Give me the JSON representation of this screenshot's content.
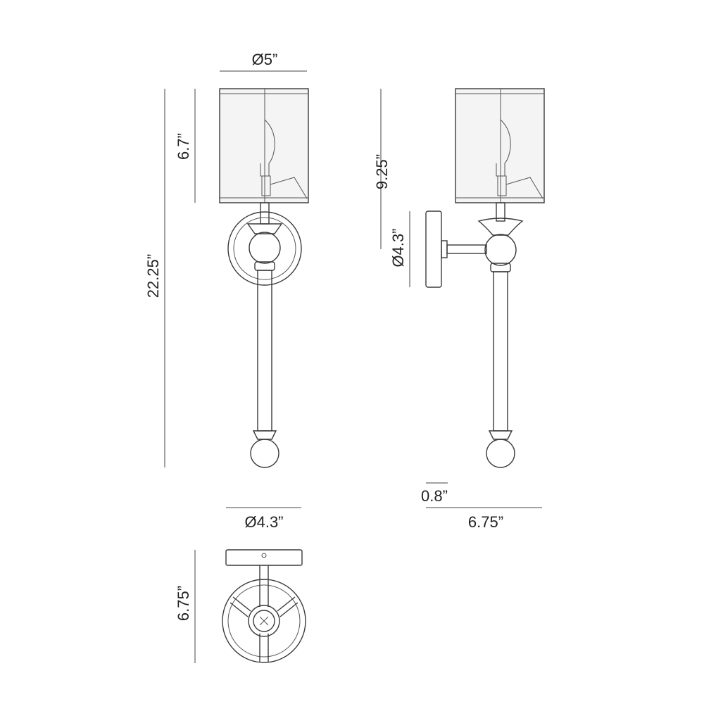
{
  "dimensions": {
    "front_shade_diameter": "Ø5”",
    "front_shade_height": "6.7”",
    "front_total_height": "22.25”",
    "side_upper_height": "9.25”",
    "side_backplate_diameter": "Ø4.3”",
    "side_arm_offset": "0.8”",
    "side_extension": "6.75”",
    "top_backplate_diameter": "Ø4.3”",
    "top_depth": "6.75”"
  }
}
